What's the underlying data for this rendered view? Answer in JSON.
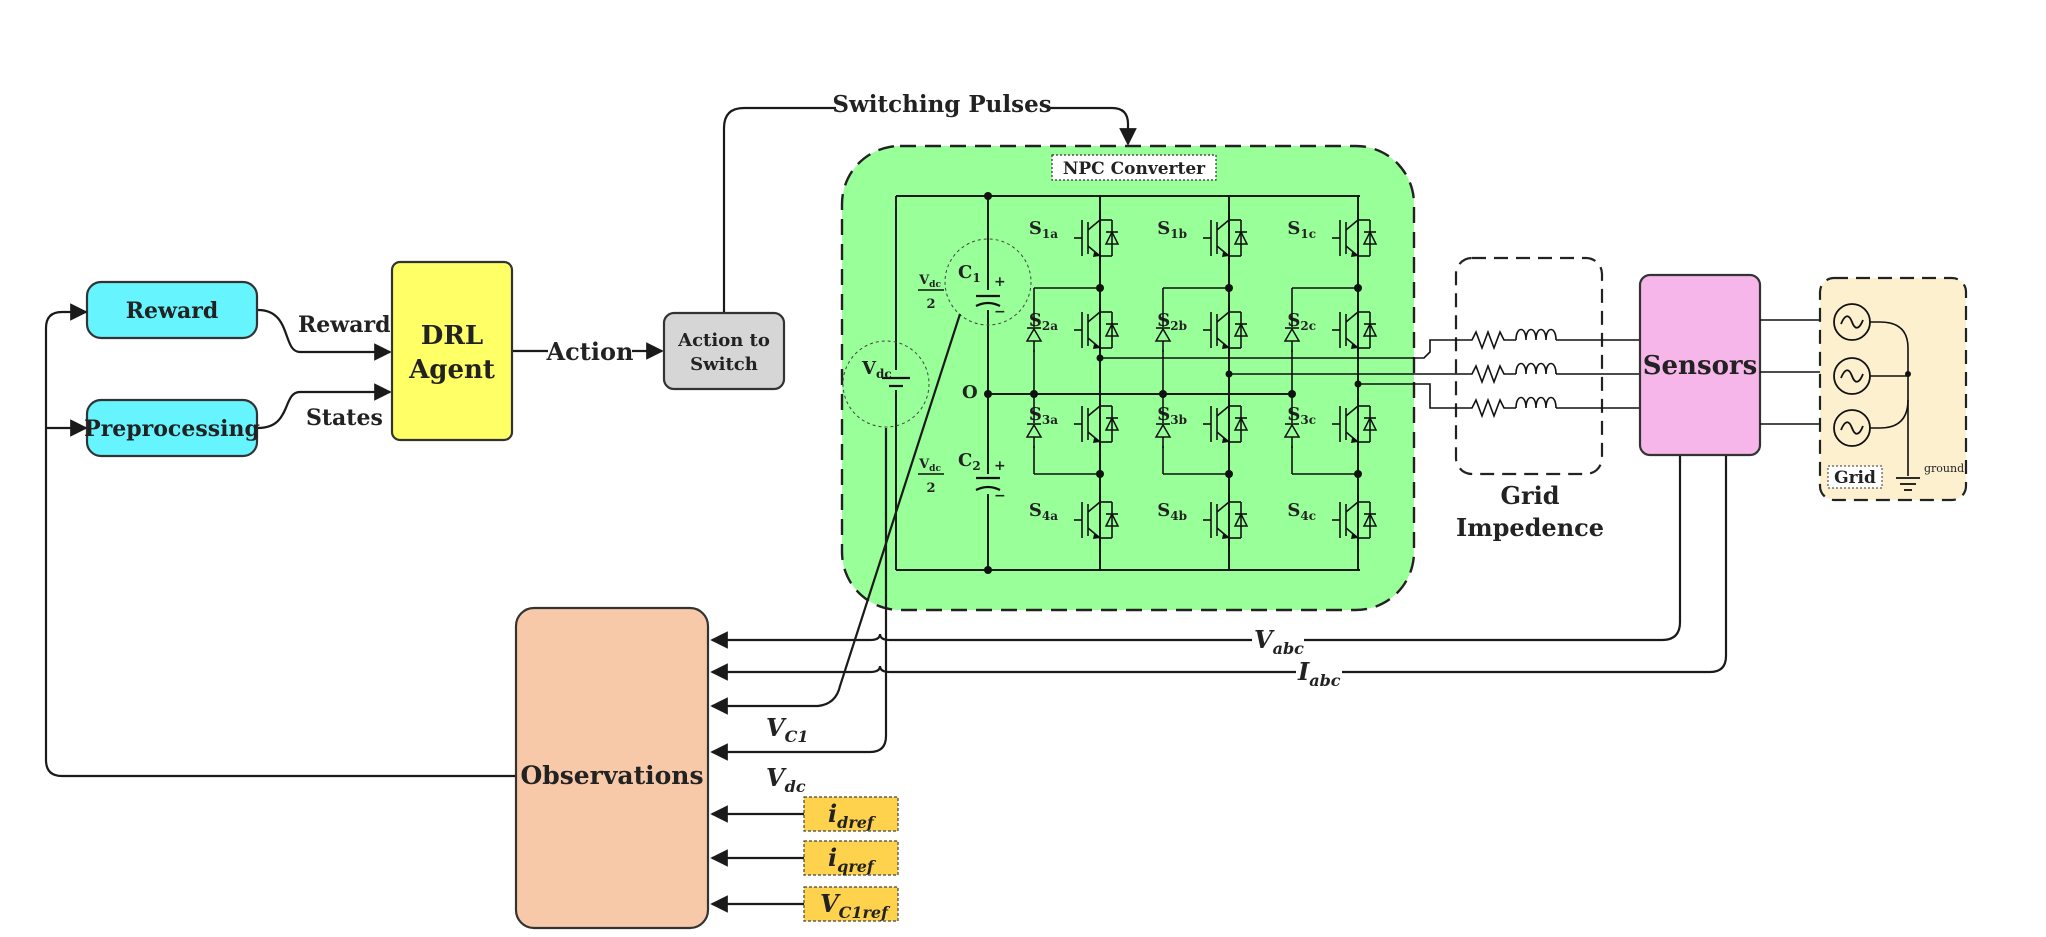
{
  "colors": {
    "reward_fill": "#66f5ff",
    "drl_fill": "#ffff66",
    "action_switch_fill": "#d6d6d6",
    "npc_fill": "#99ff99",
    "sensors_fill": "#f7b6e9",
    "grid_fill": "#fcf0cf",
    "observations_fill": "#f7c9a9",
    "ref_fill": "#ffd24d"
  },
  "blocks": {
    "reward": "Reward",
    "preprocessing": "Preprocessing",
    "drl_line1": "DRL",
    "drl_line2": "Agent",
    "action_switch_line1": "Action to",
    "action_switch_line2": "Switch",
    "sensors": "Sensors",
    "observations": "Observations",
    "grid_label": "Grid",
    "ground_label": "ground",
    "grid_impedance_line1": "Grid",
    "grid_impedance_line2": "Impedence",
    "npc_converter": "NPC Converter"
  },
  "signals": {
    "reward": "Reward",
    "states": "States",
    "action": "Action",
    "switching_pulses": "Switching Pulses",
    "v_abc_main": "V",
    "v_abc_sub": "abc",
    "i_abc_main": "I",
    "i_abc_sub": "abc",
    "v_c1_main": "V",
    "v_c1_sub": "C1",
    "v_dc_main": "V",
    "v_dc_sub": "dc"
  },
  "references": [
    {
      "main": "i",
      "sub": "dref"
    },
    {
      "main": "i",
      "sub": "qref"
    },
    {
      "main": "V",
      "sub": "C1ref"
    }
  ],
  "circuit": {
    "vdc_main": "V",
    "vdc_sub": "dc",
    "c1_main": "C",
    "c1_sub": "1",
    "c2_main": "C",
    "c2_sub": "2",
    "frac_num_main": "V",
    "frac_num_sub": "dc",
    "frac_den": "2",
    "neutral": "O",
    "plus": "+",
    "minus": "−",
    "switch_prefix": "S",
    "switches": [
      "1a",
      "2a",
      "3a",
      "4a",
      "1b",
      "2b",
      "3b",
      "4b",
      "1c",
      "2c",
      "3c",
      "4c"
    ]
  }
}
